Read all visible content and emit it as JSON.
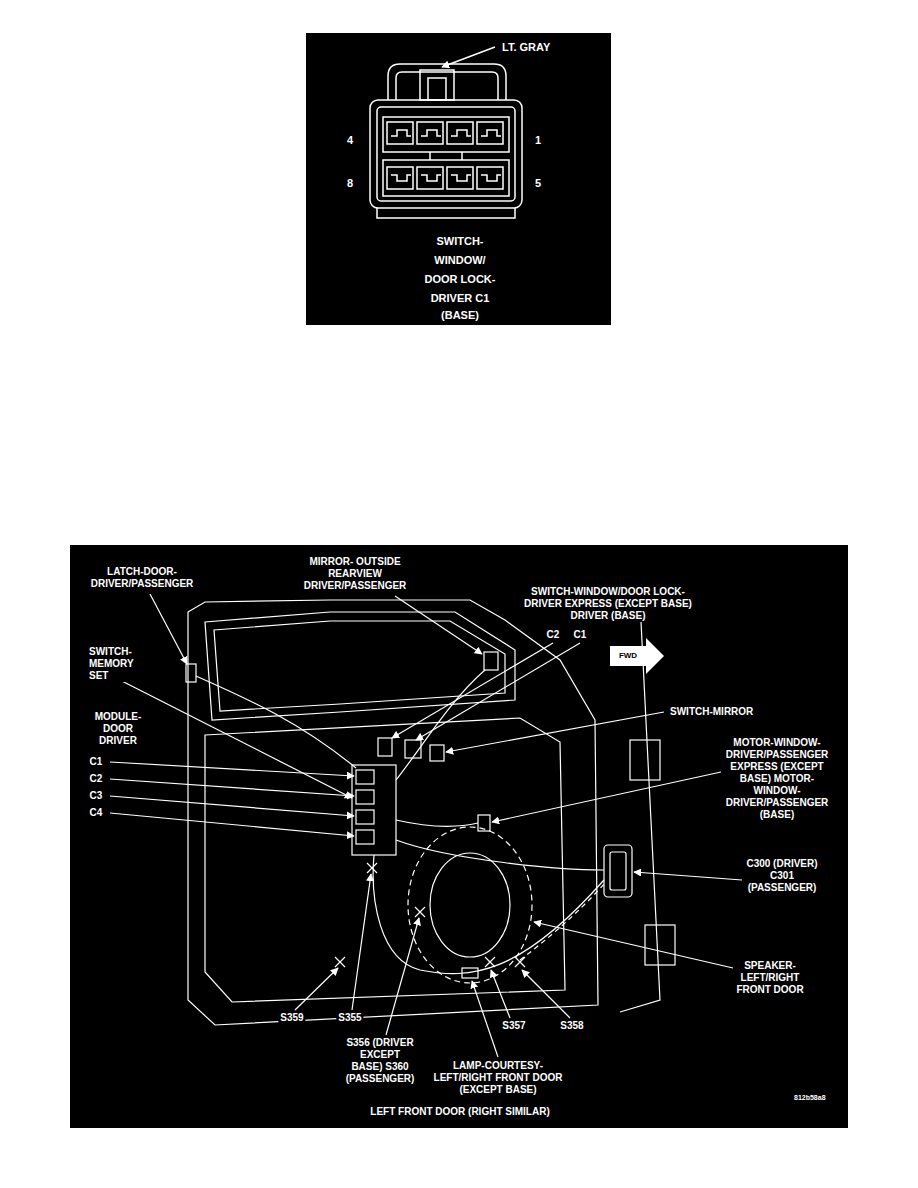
{
  "diagram": {
    "caption": "LEFT FRONT DOOR (RIGHT SIMILAR)",
    "labels": [
      "LT. GRAY",
      "4",
      "1",
      "8",
      "5",
      "SWITCH- WINDOW/ DOOR LOCK- DRIVER C1",
      "(BASE)",
      "LATCH-DOOR- DRIVER/PASSENGER",
      "MIRROR- OUTSIDE REARVIEW DRIVER/PASSENGER",
      "SWITCH-WINDOW/DOOR LOCK- DRIVER EXPRESS (EXCEPT BASE) DRIVER (BASE)",
      "C2",
      "C1",
      "FWD",
      "SWITCH- MEMORY SET",
      "SWITCH-MIRROR",
      "MODULE- DOOR DRIVER",
      "C1",
      "C2",
      "C3",
      "C4",
      "MOTOR-WINDOW- DRIVER/PASSENGER EXPRESS (EXCEPT BASE) MOTOR-WINDOW- DRIVER/PASSENGER (BASE)",
      "C300 (DRIVER) C301 (PASSENGER)",
      "SPEAKER- LEFT/RIGHT FRONT DOOR",
      "S359",
      "S355",
      "S356 (DRIVER EXCEPT BASE) S360 (PASSENGER)",
      "S357",
      "S358",
      "LAMP-COURTESY- LEFT/RIGHT FRONT DOOR (EXCEPT BASE)",
      "812b58a8"
    ]
  }
}
